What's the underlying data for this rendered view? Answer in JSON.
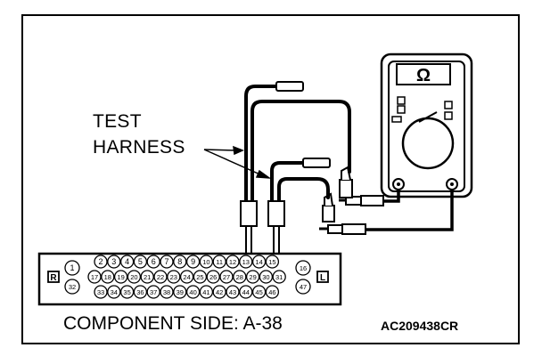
{
  "labels": {
    "test_line1": "TEST",
    "test_line2": "HARNESS",
    "component_side": "COMPONENT SIDE: A-38",
    "figure_code": "AC209438CR"
  },
  "meter": {
    "symbol": "Ω"
  },
  "connector": {
    "left_tag": "R",
    "right_tag": "L",
    "row1_left": [
      "1"
    ],
    "row1": [
      "2",
      "3",
      "4",
      "5",
      "6",
      "7",
      "8",
      "9",
      "10",
      "11",
      "12",
      "13",
      "14",
      "15"
    ],
    "row1_right": [
      "16"
    ],
    "row2": [
      "17",
      "18",
      "19",
      "20",
      "21",
      "22",
      "23",
      "24",
      "25",
      "26",
      "27",
      "28",
      "29",
      "30",
      "31"
    ],
    "row2_left": [
      "32"
    ],
    "row2_right": [
      "47"
    ],
    "row3": [
      "33",
      "34",
      "35",
      "36",
      "37",
      "38",
      "39",
      "40",
      "41",
      "42",
      "43",
      "44",
      "45",
      "46"
    ]
  },
  "icons": [
    "ohmmeter-icon",
    "probe-icon",
    "connector-icon",
    "test-lead-icon"
  ],
  "colors": {
    "ink": "#000000",
    "paper": "#ffffff"
  }
}
